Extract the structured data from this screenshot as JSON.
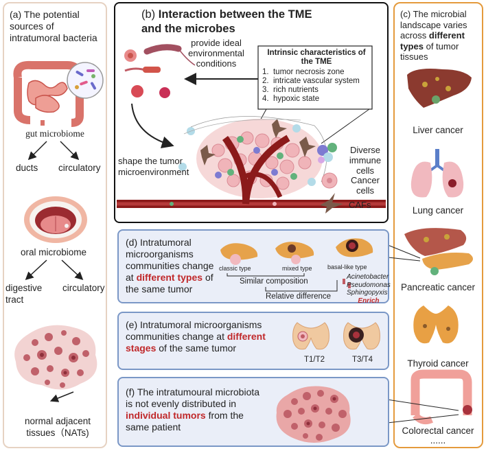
{
  "panel_a": {
    "letter": "(a)",
    "title": "The potential sources of intratumoral bacteria",
    "gut_label": "gut microbiome",
    "ducts": "ducts",
    "circulatory1": "circulatory",
    "oral_label": "oral microbiome",
    "digestive": "digestive tract",
    "circulatory2": "circulatory",
    "nat_label": "normal adjacent tissues（NATs)"
  },
  "panel_b": {
    "letter": "(b)",
    "title": "Interaction between the TME and the microbes",
    "provide": "provide ideal environmental conditions",
    "box_title": "Intrinsic characteristics of the TME",
    "items": [
      "tumor necrosis zone",
      "intricate vascular system",
      "rich nutrients",
      "hypoxic state"
    ],
    "shape": "shape the tumor microenvironment",
    "legend_immune": "Diverse immune cells",
    "legend_cancer": "Cancer cells",
    "legend_cafs": "CAFs"
  },
  "panel_c": {
    "title_pre": "The microbial landscape varies across",
    "title_bold": "different types",
    "title_post": "of tumor tissues",
    "letter": "(c)",
    "cancers": [
      "Liver cancer",
      "Lung cancer",
      "Pancreatic cancer",
      "Thyroid cancer",
      "Colorectal cancer"
    ],
    "ellipsis": "......"
  },
  "panel_d": {
    "letter": "(d)",
    "text_pre": "Intratumoral microorganisms communities  change at",
    "text_red": "different types",
    "text_post": "of the same tumor",
    "classic": "classic type",
    "mixed": "mixed type",
    "basal": "basal-like type",
    "similar": "Similar composition",
    "relative": "Relative difference",
    "bacteria": [
      "Acinetobacter",
      "Pseudomonas",
      "Sphingopyxis"
    ],
    "enrich": "Enrich"
  },
  "panel_e": {
    "letter": "(e)",
    "text_pre": "Intratumoral microorganisms communities change at",
    "text_red": "different stages",
    "text_post": "of the same tumor",
    "t12": "T1/T2",
    "t34": "T3/T4"
  },
  "panel_f": {
    "letter": "(f)",
    "text_pre": "The intratumoural microbiota is not evenly distributed in",
    "text_red": "individual tumors",
    "text_post": "from the same patient"
  },
  "colors": {
    "panel_c_border": "#e49a3c",
    "panel_a_border": "#e6d2c2",
    "blue_panel_border": "#7a97c6",
    "highlight_red": "#c0282a",
    "vessel": "#8b1a1a"
  }
}
